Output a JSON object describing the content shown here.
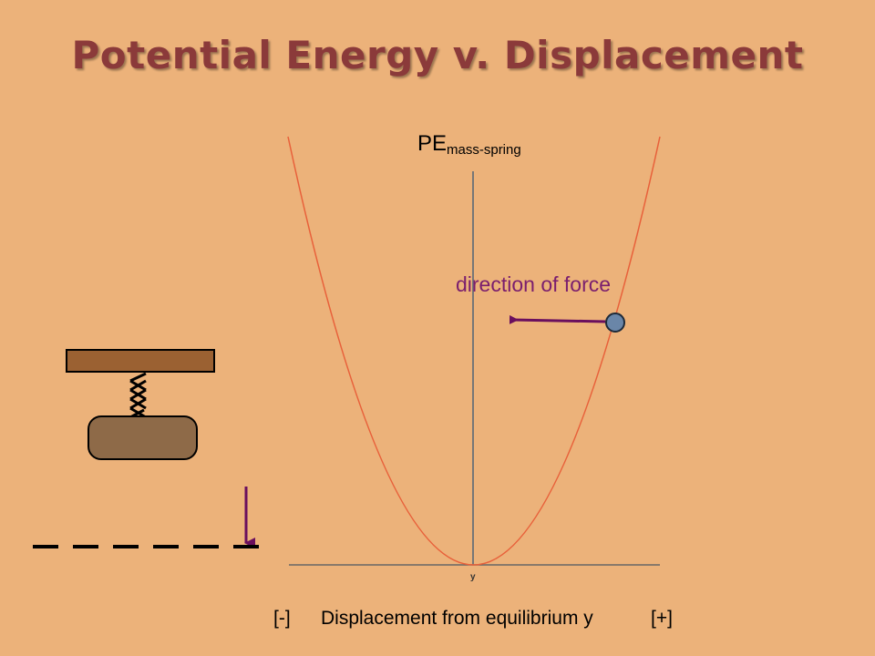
{
  "title": "Potential Energy v. Displacement",
  "y_axis": {
    "label_main": "PE",
    "label_sub": "mass-spring"
  },
  "x_axis": {
    "neg_label": "[-]",
    "label": "Displacement from equilibrium y",
    "pos_label": "[+]",
    "tick_label": "y"
  },
  "annotation": {
    "force_text": "direction of force"
  },
  "colors": {
    "background": "#ecb27a",
    "title": "#8b3a3a",
    "curve": "#e8603a",
    "axis": "#777777",
    "arrow": "#6a0f5e",
    "ball": "#6a86a8",
    "ceiling": "#9b6132",
    "mass": "#8e6a48"
  }
}
